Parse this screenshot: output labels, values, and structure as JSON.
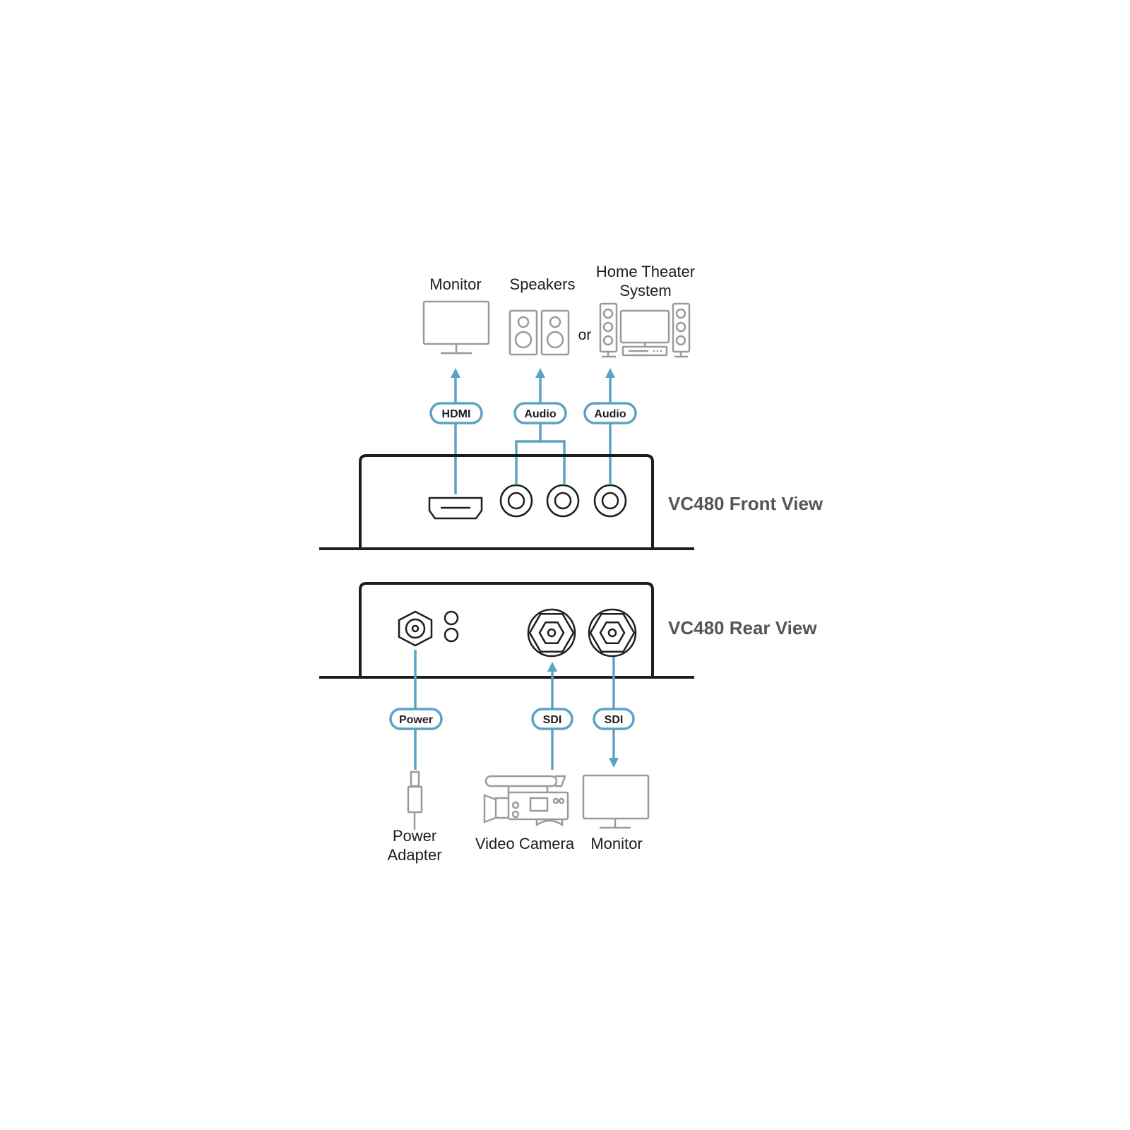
{
  "colors": {
    "cable": "#5ba3c3",
    "device_outline": "#1e1e1e",
    "icon_gray": "#9a9a9a",
    "view_label": "#555555"
  },
  "front": {
    "view_label": "VC480 Front View",
    "or_text": "or",
    "devices": {
      "monitor": "Monitor",
      "speakers": "Speakers",
      "home_theater_line1": "Home Theater",
      "home_theater_line2": "System"
    },
    "cables": {
      "hdmi": "HDMI",
      "audio_left": "Audio",
      "audio_right": "Audio"
    },
    "ports": {
      "hdmi": "hdmi-port-icon",
      "rca": "rca-jack-icon"
    }
  },
  "rear": {
    "view_label": "VC480 Rear View",
    "devices": {
      "power_adapter_line1": "Power",
      "power_adapter_line2": "Adapter",
      "video_camera": "Video Camera",
      "monitor": "Monitor"
    },
    "cables": {
      "power": "Power",
      "sdi_in": "SDI",
      "sdi_out": "SDI"
    },
    "ports": {
      "dc_in": "dc-power-jack-icon",
      "led": "led-indicator-icon",
      "bnc": "bnc-connector-icon"
    }
  }
}
